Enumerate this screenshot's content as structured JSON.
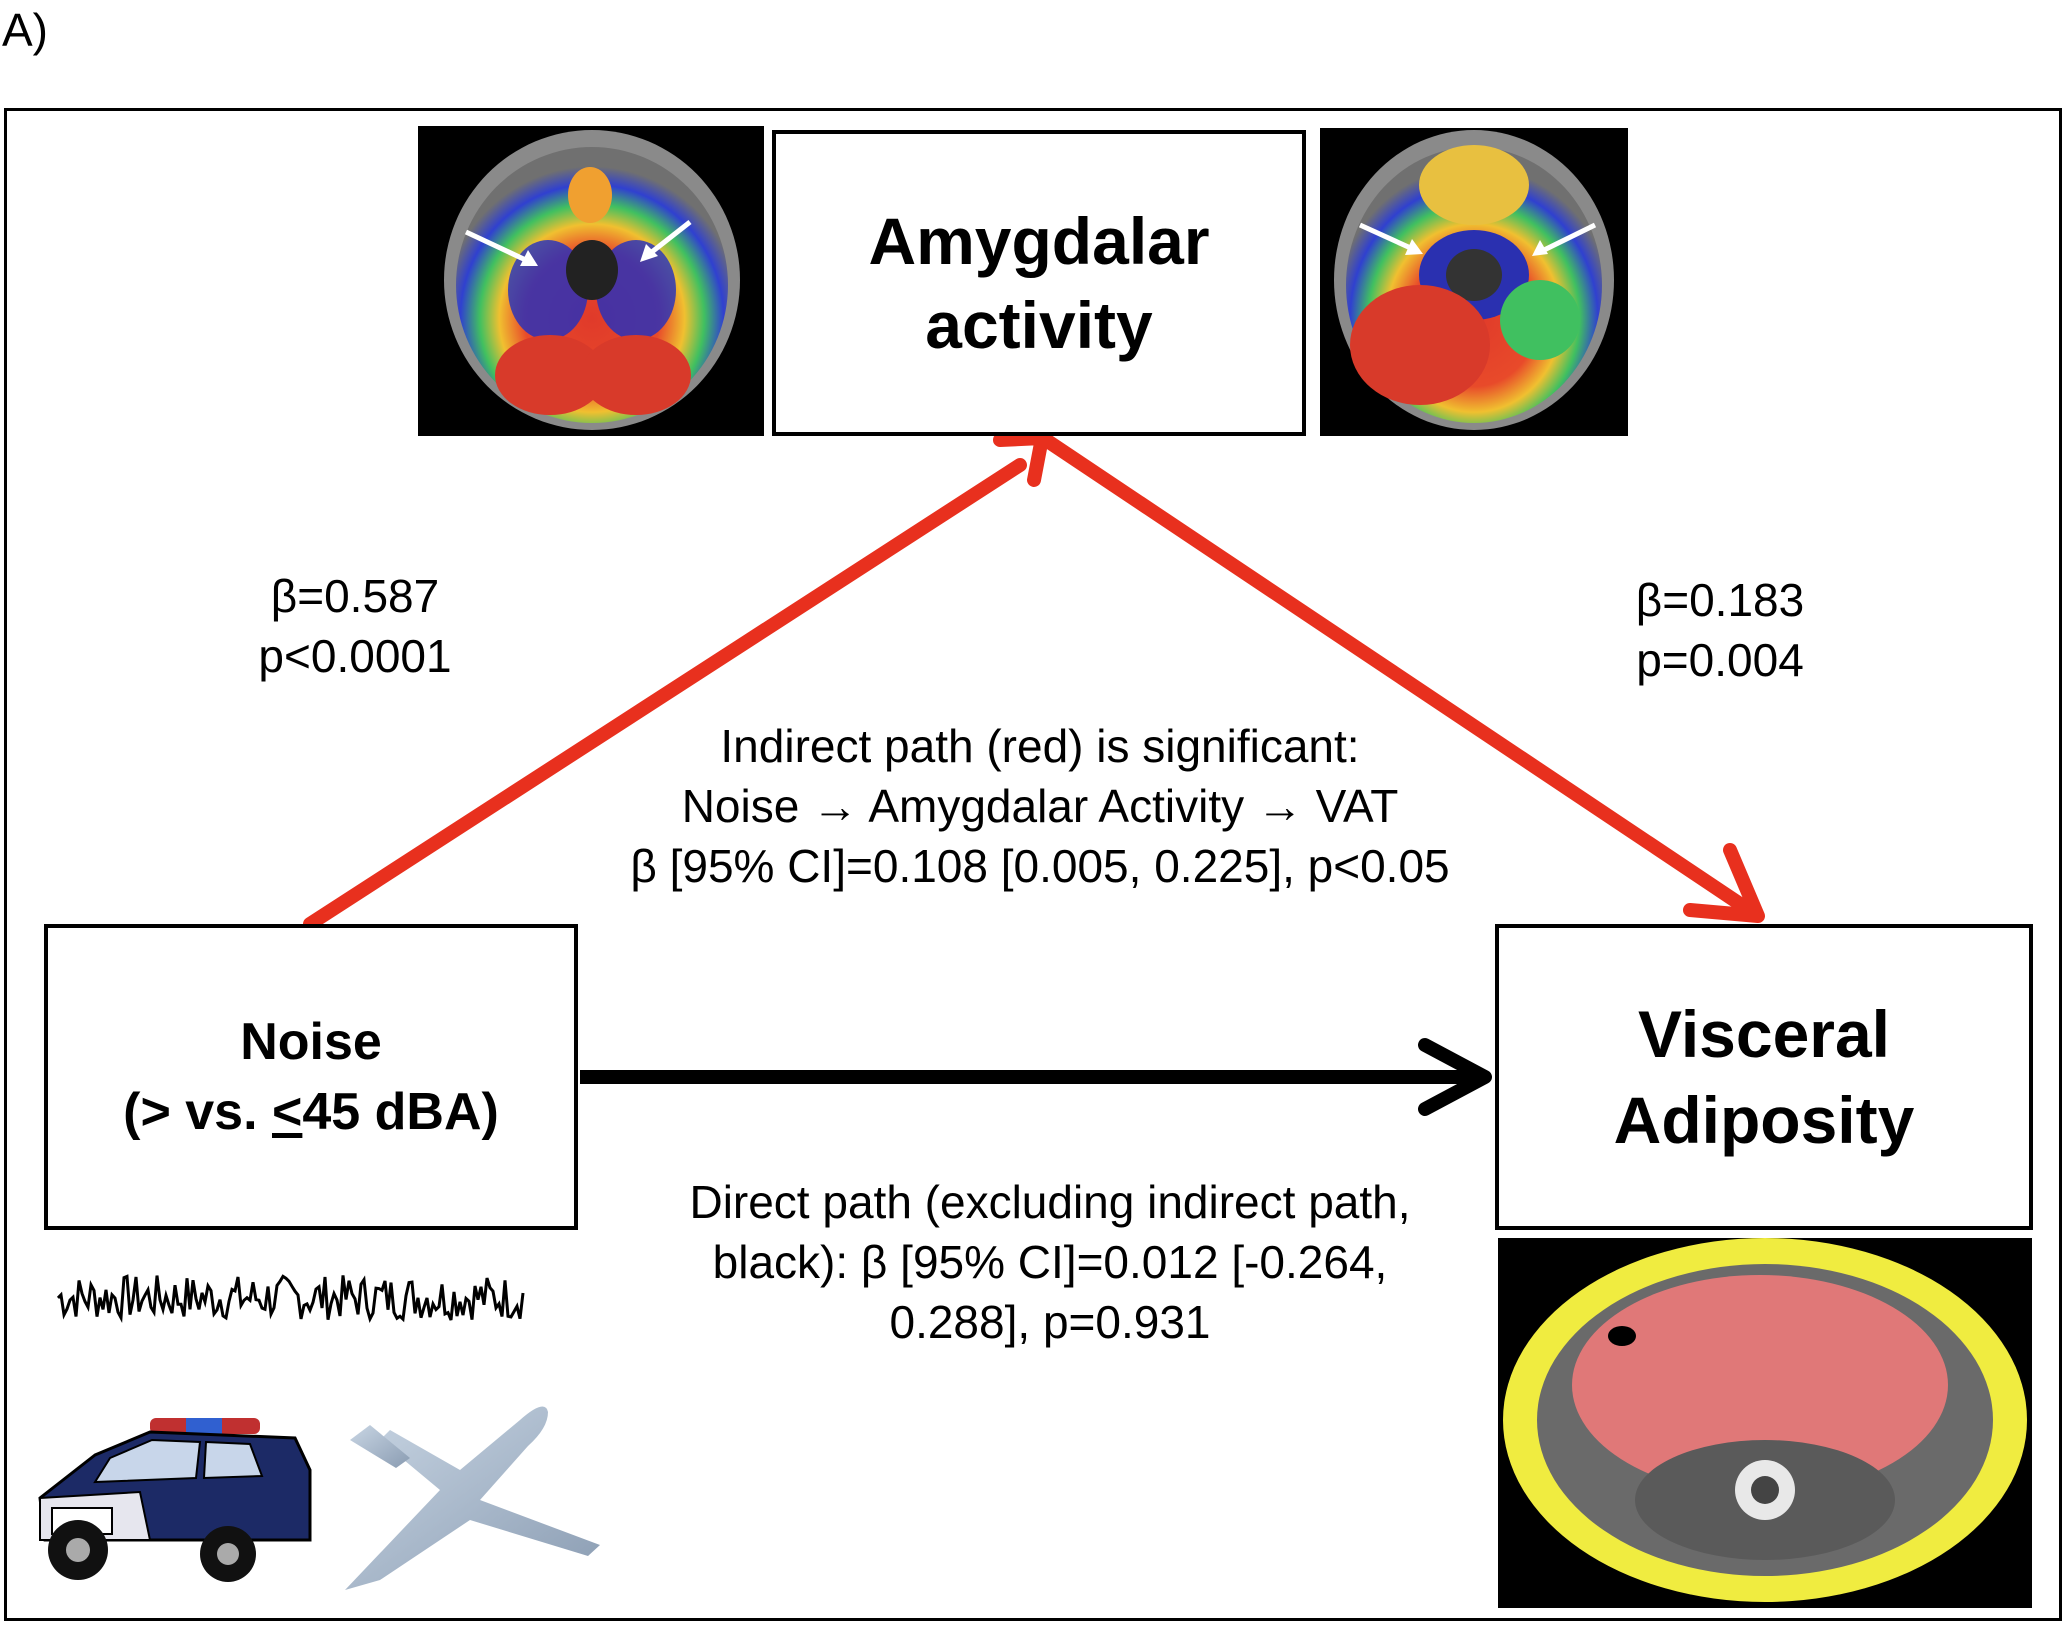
{
  "panel_label": "A)",
  "nodes": {
    "amygdala": {
      "line1": "Amygdalar",
      "line2": "activity"
    },
    "noise": {
      "line1": "Noise",
      "line2_prefix": "(> vs. ",
      "line2_underlined": "<",
      "line2_suffix": "45 dBA)"
    },
    "vat": {
      "line1": "Visceral",
      "line2": "Adiposity"
    }
  },
  "paths": {
    "noise_to_amygdala": {
      "beta": "β=0.587",
      "p": "p<0.0001",
      "color": "#e8301e"
    },
    "amygdala_to_vat": {
      "beta": "β=0.183",
      "p": "p=0.004",
      "color": "#e8301e"
    },
    "noise_to_vat": {
      "color": "#000000"
    }
  },
  "indirect_text": {
    "line1": "Indirect path (red) is significant:",
    "line2": "Noise → Amygdalar Activity → VAT",
    "line3": "β [95% CI]=0.108 [0.005, 0.225], p<0.05"
  },
  "direct_text": {
    "line1": "Direct path (excluding indirect path,",
    "line2": "black): β [95% CI]=0.012 [-0.264,",
    "line3": "0.288], p=0.931"
  },
  "images": [
    {
      "name": "brain-pet-ct-scan-left"
    },
    {
      "name": "brain-pet-ct-scan-right"
    },
    {
      "name": "noise-waveform"
    },
    {
      "name": "police-car-icon"
    },
    {
      "name": "airplane-icon"
    },
    {
      "name": "abdominal-ct-scan"
    }
  ]
}
